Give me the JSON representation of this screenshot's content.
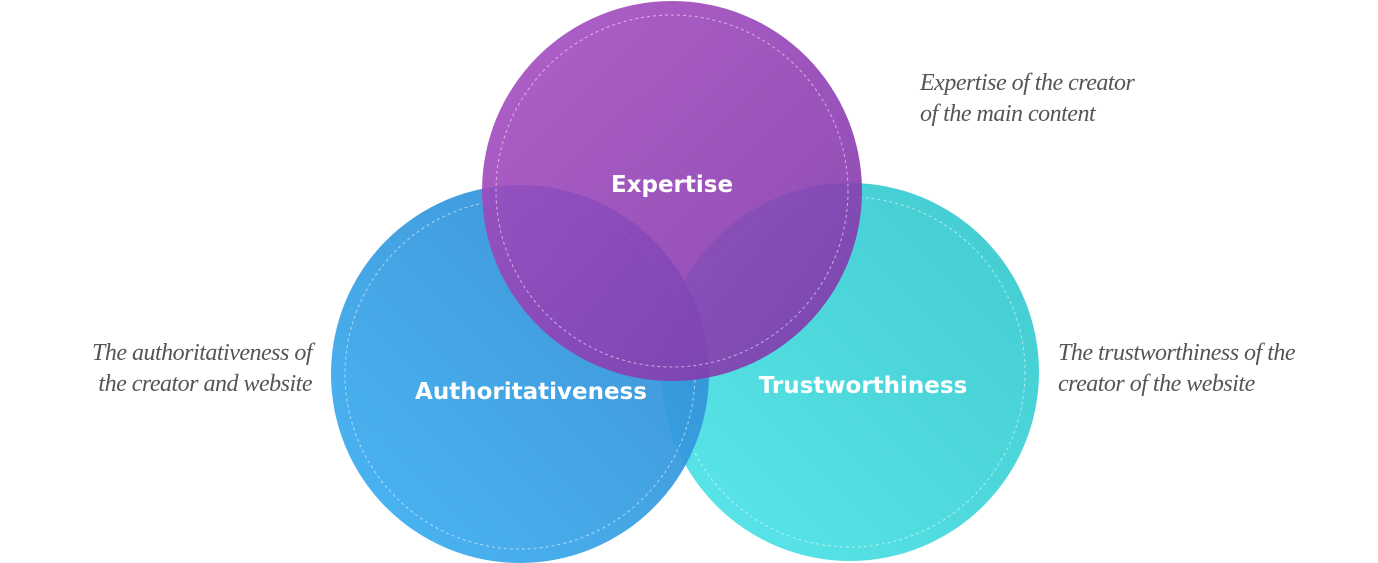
{
  "diagram": {
    "circles": [
      {
        "id": "expertise",
        "label": "Expertise",
        "color_light": "#a64cbf",
        "color_dark": "#7b3aa8"
      },
      {
        "id": "authoritativeness",
        "label": "Authoritativeness",
        "color_light": "#3badf0",
        "color_dark": "#2f86cf"
      },
      {
        "id": "trustworthiness",
        "label": "Trustworthiness",
        "color_light": "#4fe3e6",
        "color_dark": "#35c4cc"
      }
    ],
    "descriptions": {
      "expertise": [
        "Expertise of the creator",
        "of the main content"
      ],
      "authoritativeness": [
        "The authoritativeness of",
        "the creator and website"
      ],
      "trustworthiness": [
        "The trustworthiness of the",
        "creator of the website"
      ]
    },
    "text_color": "#555555"
  }
}
